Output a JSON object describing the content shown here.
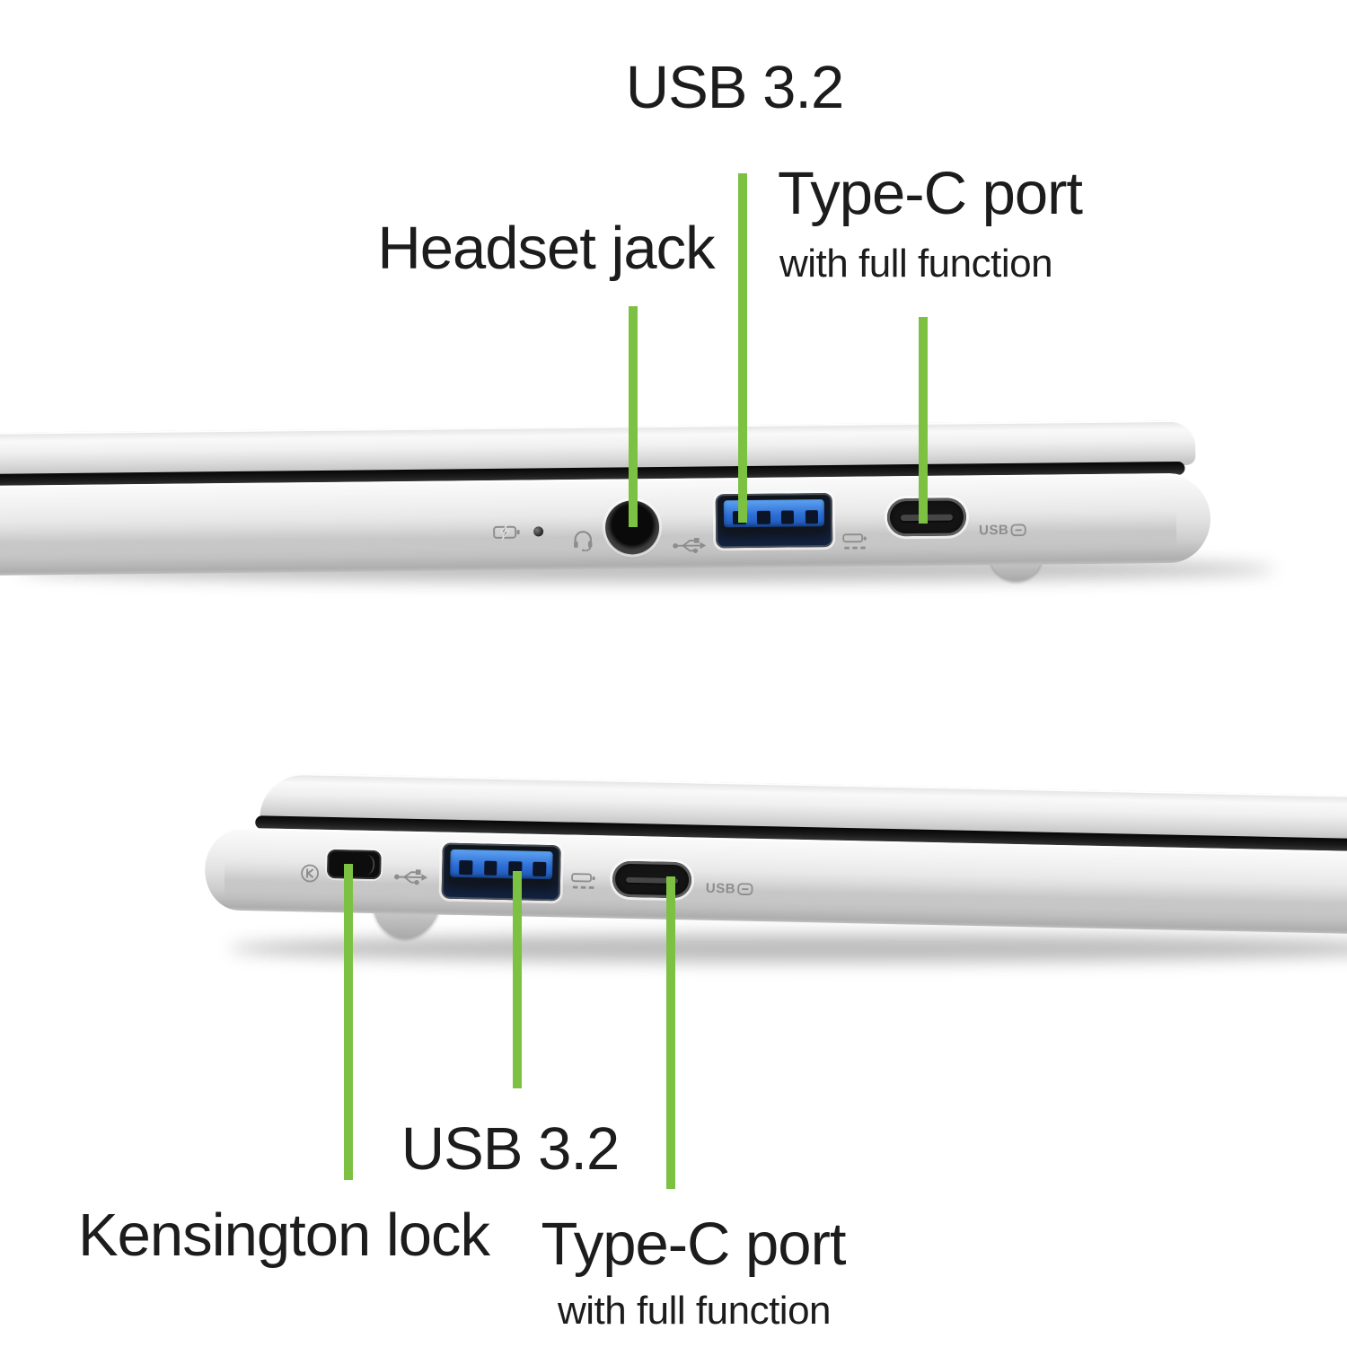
{
  "colors": {
    "accent_green": "#7DC142",
    "usb_port_blue": "#2E6FD6",
    "label_text": "#1C1C1C"
  },
  "top_view": {
    "labels": {
      "usb": "USB 3.2",
      "headset_jack": "Headset jack",
      "type_c_title": "Type-C port",
      "type_c_subtitle": "with full function"
    },
    "port_markings": {
      "usb_logo": "USB"
    }
  },
  "bottom_view": {
    "labels": {
      "kensington": "Kensington lock",
      "usb": "USB 3.2",
      "type_c_title": "Type-C port",
      "type_c_subtitle": "with full function"
    },
    "port_markings": {
      "usb_logo": "USB"
    }
  }
}
